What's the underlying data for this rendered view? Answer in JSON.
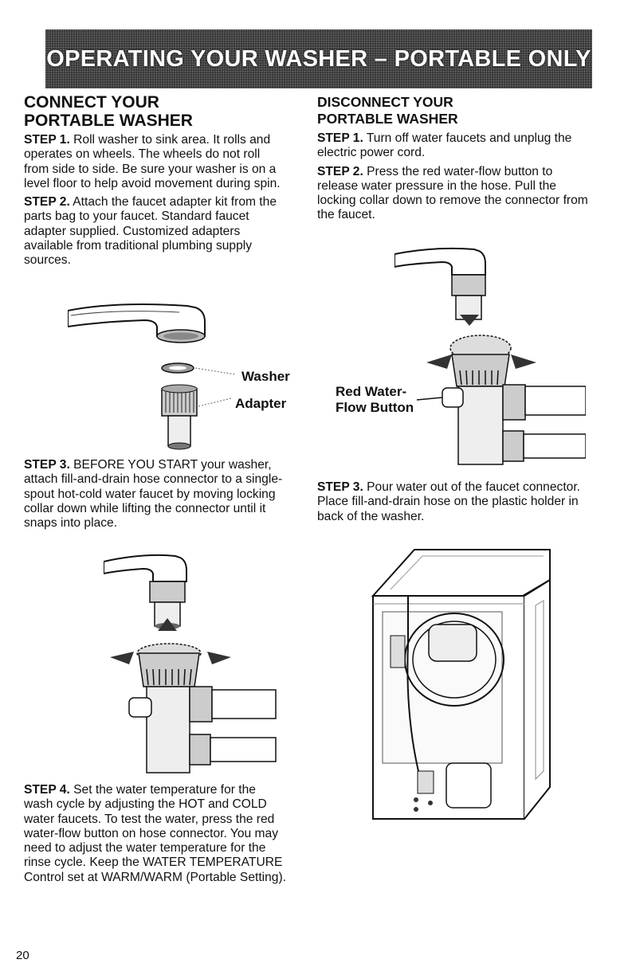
{
  "banner": {
    "title": "OPERATING YOUR WASHER – PORTABLE ONLY"
  },
  "connect": {
    "heading_line1": "CONNECT YOUR",
    "heading_line2": "PORTABLE WASHER",
    "step1": {
      "label": "STEP 1.",
      "text": "Roll washer to sink area. It rolls and operates on wheels. The wheels do not roll from side to side. Be sure your washer is on a level floor to help avoid movement during spin."
    },
    "step2": {
      "label": "STEP 2.",
      "text": "Attach the faucet adapter kit from the parts bag to your faucet. Standard faucet adapter supplied. Customized adapters available from traditional plumbing supply sources."
    },
    "fig_washer_label": "Washer",
    "fig_adapter_label": "Adapter",
    "step3": {
      "label": "STEP 3.",
      "text": "BEFORE YOU START your washer, attach fill-and-drain hose connector to a single-spout hot-cold water faucet by moving locking collar down while lifting the connector until it snaps into place."
    },
    "step4": {
      "label": "STEP 4.",
      "text": "Set the water temperature for the wash cycle by adjusting the HOT and COLD water faucets. To test the water, press the red water-flow button on hose connector. You may need to adjust the water temperature for the rinse cycle. Keep the WATER TEMPERATURE Control set at WARM/WARM (Portable Setting)."
    }
  },
  "disconnect": {
    "heading_line1": "DISCONNECT YOUR",
    "heading_line2": "PORTABLE WASHER",
    "step1": {
      "label": "STEP 1.",
      "text": "Turn off water faucets and unplug the electric power cord."
    },
    "step2": {
      "label": "STEP 2.",
      "text": "Press the red water-flow button to release water pressure in the hose. Pull the locking collar down to remove the connector from the faucet."
    },
    "fig_label_line1": "Red Water-",
    "fig_label_line2": "Flow Button",
    "step3": {
      "label": "STEP 3.",
      "text": "Pour water out of the faucet connector. Place fill-and-drain hose on the plastic holder in back of the washer."
    }
  },
  "page_number": "20"
}
